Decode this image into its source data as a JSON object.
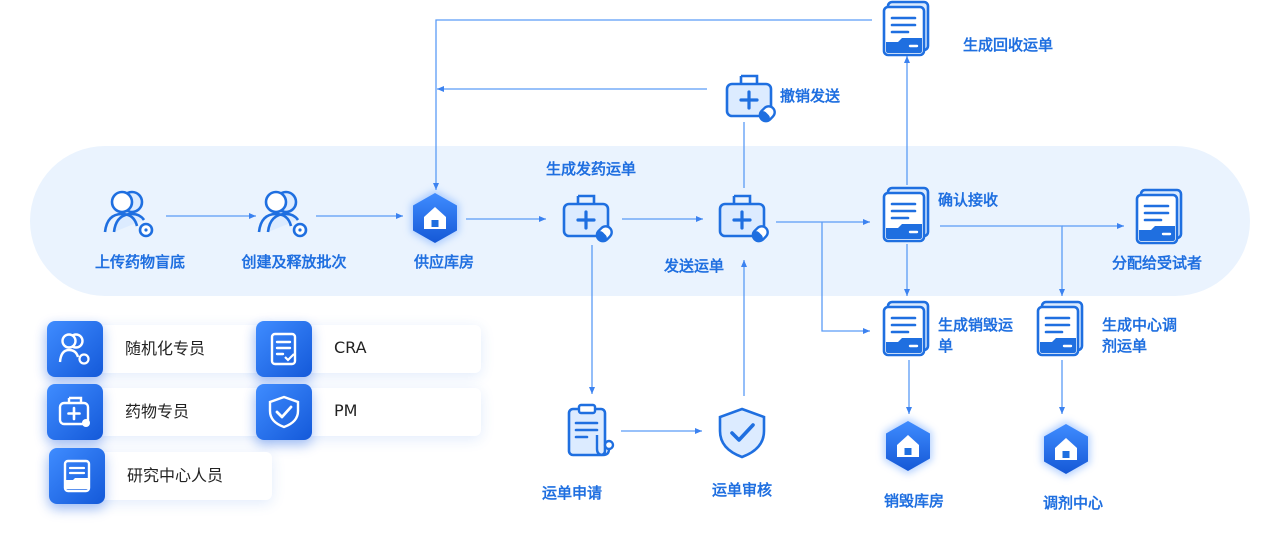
{
  "nodes": {
    "upload": "上传药物盲底",
    "batch": "创建及释放批次",
    "supply_warehouse": "供应库房",
    "gen_dispatch": "生成发药运单",
    "send": "发送运单",
    "cancel_send": "撤销发送",
    "gen_recycle": "生成回收运单",
    "confirm_receive": "确认接收",
    "assign_subject": "分配给受试者",
    "gen_destroy": "生成销毁运单",
    "gen_center_adjust": "生成中心调剂运单",
    "waybill_apply": "运单申请",
    "waybill_review": "运单审核",
    "destroy_warehouse": "销毁库房",
    "adjust_center": "调剂中心"
  },
  "legend": [
    {
      "label": "随机化专员",
      "icon": "users-gear-icon"
    },
    {
      "label": "CRA",
      "icon": "document-check-icon"
    },
    {
      "label": "药物专员",
      "icon": "medicine-kit-icon"
    },
    {
      "label": "PM",
      "icon": "shield-check-icon"
    },
    {
      "label": "研究中心人员",
      "icon": "folder-document-icon"
    }
  ],
  "colors": {
    "accent": "#1f6fe0",
    "line": "#5b9cf6",
    "band": "#eaf3fe",
    "icon_fill": "#dcebff"
  }
}
